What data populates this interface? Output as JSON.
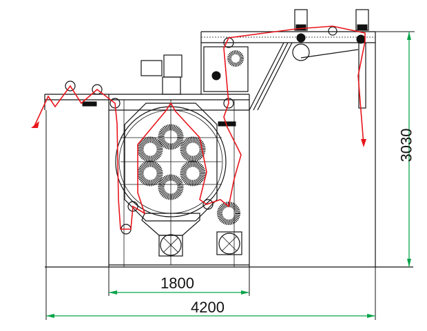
{
  "drawing": {
    "dimensions": {
      "inner_width": "1800",
      "total_width": "4200",
      "height": "3030"
    },
    "colors": {
      "fabric_path": "#e8141b",
      "dimension_arrows": "#0aa34a",
      "lines": "#111111"
    }
  }
}
